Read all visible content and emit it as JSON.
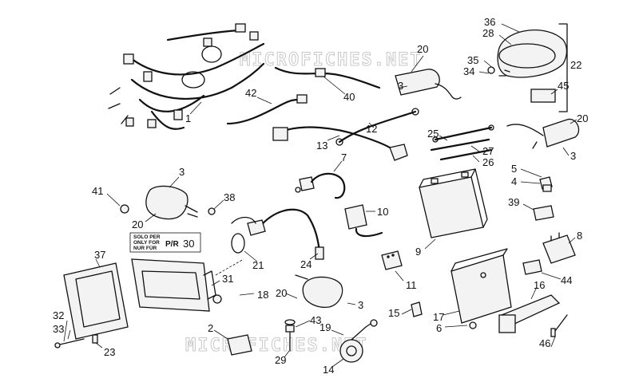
{
  "watermark": "MICROFICHES.NET",
  "note": {
    "line1": "SOLO PER",
    "line2": "ONLY FOR",
    "line3": "NUR FÜR",
    "code": "P/R",
    "ref": "30"
  },
  "labels": {
    "n1": "1",
    "n2": "2",
    "n3a": "3",
    "n3b": "3",
    "n3c": "3",
    "n3d": "3",
    "n4": "4",
    "n5": "5",
    "n6": "6",
    "n7": "7",
    "n8": "8",
    "n9": "9",
    "n10": "10",
    "n11": "11",
    "n12": "12",
    "n13": "13",
    "n14": "14",
    "n15": "15",
    "n16": "16",
    "n17": "17",
    "n18": "18",
    "n19": "19",
    "n20a": "20",
    "n20b": "20",
    "n20c": "20",
    "n20d": "20",
    "n21": "21",
    "n22": "22",
    "n23": "23",
    "n24": "24",
    "n25": "25",
    "n26": "26",
    "n27": "27",
    "n28": "28",
    "n29": "29",
    "n31": "31",
    "n32": "32",
    "n33": "33",
    "n34": "34",
    "n35": "35",
    "n36": "36",
    "n37": "37",
    "n38": "38",
    "n39": "39",
    "n40": "40",
    "n41": "41",
    "n42": "42",
    "n43": "43",
    "n44": "44",
    "n45": "45",
    "n46": "46"
  }
}
